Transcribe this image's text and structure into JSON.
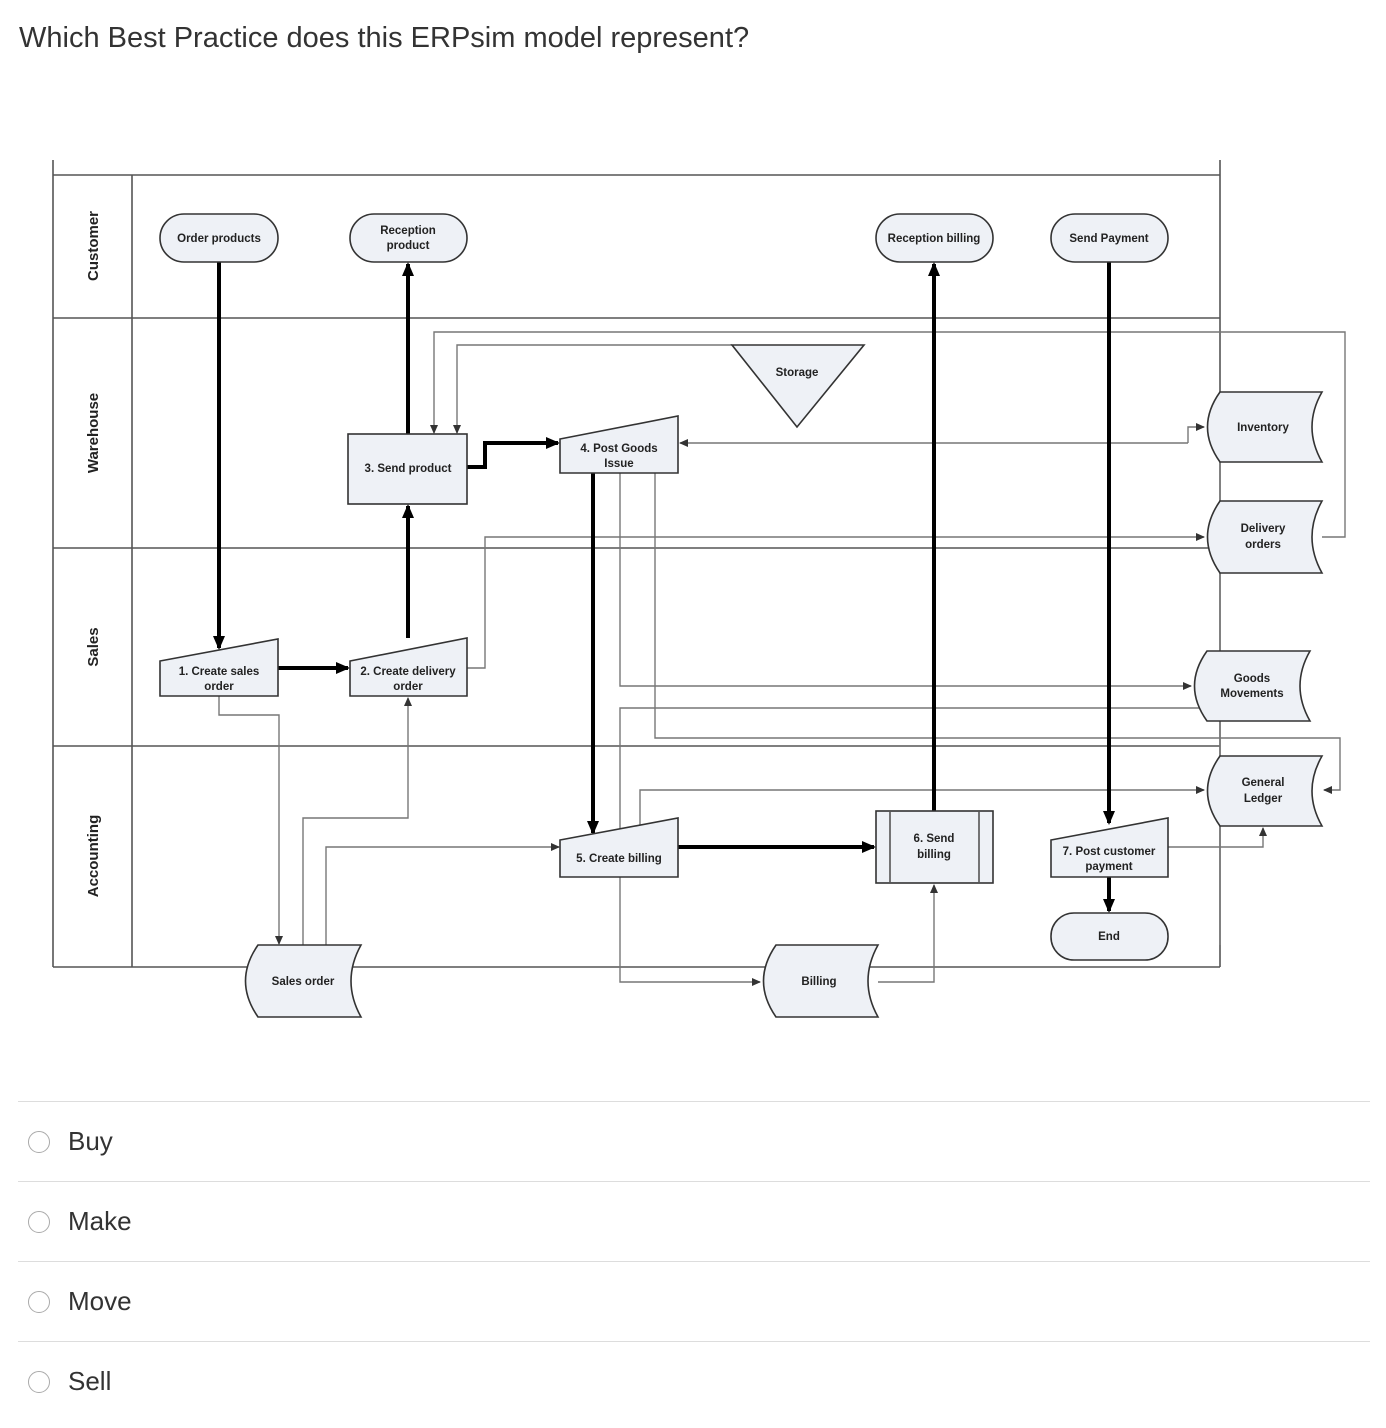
{
  "question": "Which Best Practice does this ERPsim model represent?",
  "diagram": {
    "lanes": [
      "Customer",
      "Warehouse",
      "Sales",
      "Accounting"
    ],
    "events": {
      "order_products": "Order products",
      "reception_product_1": "Reception",
      "reception_product_2": "product",
      "reception_billing": "Reception billing",
      "send_payment": "Send Payment",
      "end": "End"
    },
    "storage": "Storage",
    "steps": {
      "s1a": "1. Create sales",
      "s1b": "order",
      "s2a": "2. Create delivery",
      "s2b": "order",
      "s3": "3. Send product",
      "s4a": "4. Post Goods",
      "s4b": "Issue",
      "s5": "5. Create billing",
      "s6a": "6. Send",
      "s6b": "billing",
      "s7a": "7. Post customer",
      "s7b": "payment"
    },
    "data_stores": {
      "inventory": "Inventory",
      "delivery_a": "Delivery",
      "delivery_b": "orders",
      "goods_a": "Goods",
      "goods_b": "Movements",
      "gl_a": "General",
      "gl_b": "Ledger",
      "sales_order": "Sales order",
      "billing": "Billing"
    }
  },
  "options": [
    {
      "label": "Buy",
      "selected": false
    },
    {
      "label": "Make",
      "selected": false
    },
    {
      "label": "Move",
      "selected": false
    },
    {
      "label": "Sell",
      "selected": false
    }
  ]
}
